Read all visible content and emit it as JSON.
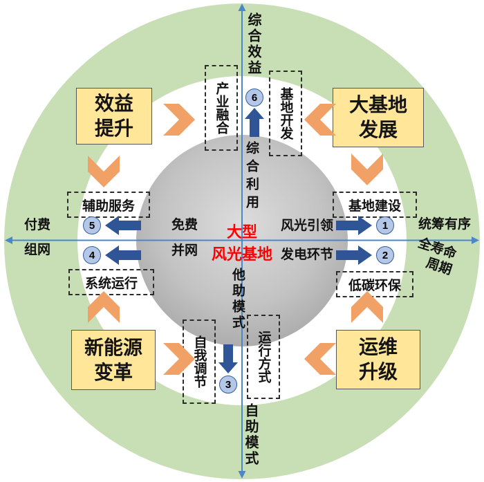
{
  "center_label": {
    "line1": "大型",
    "line2": "风光基地"
  },
  "axis_labels": {
    "top_vertical": "综合效益",
    "bottom_vertical": "自助模式",
    "left_line1": "付费",
    "left_line2": "组网",
    "right_line1": "统筹有序",
    "right_line2": "全寿命",
    "right_line3": "周期"
  },
  "inner_labels": {
    "top_vertical": "综合利用",
    "bottom_vertical": "他助模式",
    "left_line1": "免费",
    "left_line2": "并网",
    "right_line1": "风光引领",
    "right_line2": "发电环节"
  },
  "corner_boxes": {
    "top_left": {
      "line1": "效益",
      "line2": "提升"
    },
    "top_right": {
      "line1": "大基地",
      "line2": "发展"
    },
    "bottom_left": {
      "line1": "新能源",
      "line2": "变革"
    },
    "bottom_right": {
      "line1": "运维",
      "line2": "升级"
    }
  },
  "dashed_boxes": {
    "industry_fusion": "产业融合",
    "base_development": "基地开发",
    "auxiliary_service": "辅助服务",
    "base_construction": "基地建设",
    "system_operation": "系统运行",
    "low_carbon": "低碳环保",
    "self_adjustment": "自我调节",
    "operation_mode": "运行方式"
  },
  "numbers": {
    "n1": "1",
    "n2": "2",
    "n3": "3",
    "n4": "4",
    "n5": "5",
    "n6": "6"
  },
  "colors": {
    "outer_circle": "#C8DFB6",
    "ring": "#FFFFFF",
    "center_circle": "#BFBFBF",
    "corner_box_fill": "#FFE699",
    "chevron": "#F1A165",
    "block_arrow": "#2F5597",
    "number_fill": "#B4C7E7",
    "number_border": "#2E5C9E",
    "axis": "#4A86C8",
    "center_text": "#FF0000"
  }
}
